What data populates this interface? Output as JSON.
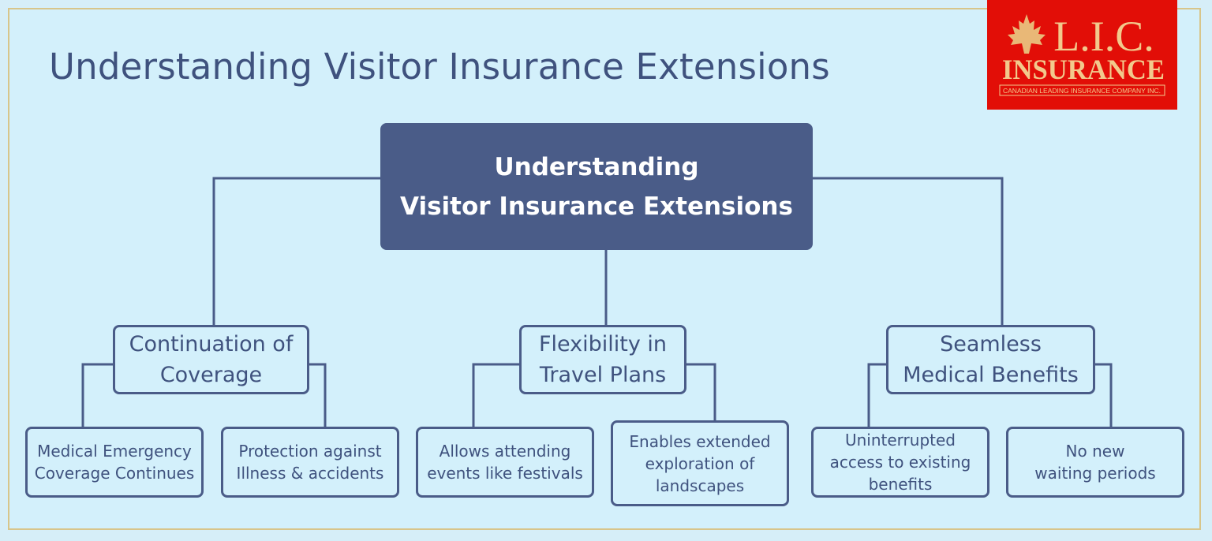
{
  "title": "Understanding Visitor Insurance Extensions",
  "logo": {
    "initials": "L.I.C.",
    "word": "INSURANCE",
    "tagline": "CANADIAN LEADING INSURANCE COMPANY INC.",
    "background_color": "#e20e07",
    "text_color": "#f2c98c",
    "icon": "maple-leaf-icon"
  },
  "diagram": {
    "root": "Understanding\nVisitor Insurance Extensions",
    "branches": [
      {
        "label": "Continuation of\nCoverage",
        "leaves": [
          "Medical Emergency\nCoverage Continues",
          "Protection against\nIllness & accidents"
        ]
      },
      {
        "label": "Flexibility in\nTravel Plans",
        "leaves": [
          "Allows attending\nevents like festivals",
          "Enables extended\nexploration of\nlandscapes"
        ]
      },
      {
        "label": "Seamless\nMedical Benefits",
        "leaves": [
          "Uninterrupted\naccess to existing\nbenefits",
          "No new\nwaiting periods"
        ]
      }
    ]
  },
  "colors": {
    "background": "#d3f0fb",
    "node_border": "#4a5c88",
    "root_fill": "#4a5c88",
    "text": "#3f527e",
    "frame_border": "#d8c58a"
  }
}
